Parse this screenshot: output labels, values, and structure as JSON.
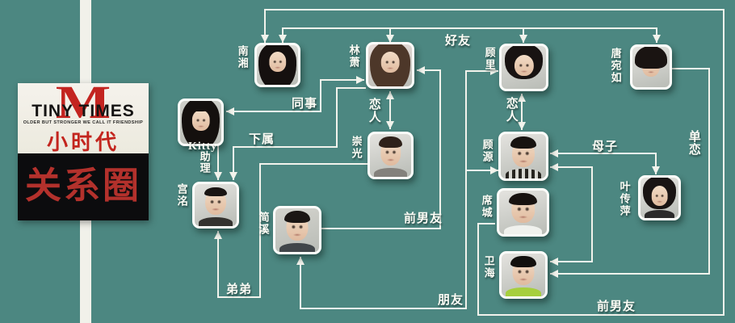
{
  "poster": {
    "title_en": "TINY TIMES",
    "logo_m": "M",
    "tagline": "OLDER BUT STRONGER WE CALL IT FRIENDSHIP",
    "title_cn": "小时代",
    "banner": "关系圈"
  },
  "people": {
    "nanxiang": {
      "name": "南湘"
    },
    "linxiao": {
      "name": "林萧"
    },
    "guli": {
      "name": "顾里"
    },
    "tangwanru": {
      "name": "唐宛如"
    },
    "kitty": {
      "name": "Kitty"
    },
    "chongguang": {
      "name": "崇光"
    },
    "guyuan": {
      "name": "顾源"
    },
    "yechuanping": {
      "name": "叶传萍"
    },
    "gongming": {
      "name": "宫洺"
    },
    "jianxi": {
      "name": "简溪"
    },
    "xicheng": {
      "name": "席城"
    },
    "weihai": {
      "name": "卫海"
    }
  },
  "labels": {
    "haoyou": "好友",
    "tongshi": "同事",
    "lianren_linxiao_chongguang": "恋人",
    "lianren_guli_guyuan": "恋人",
    "xiashu": "下属",
    "zhuli": "助理",
    "muzi": "母子",
    "danlian": "单恋",
    "qiannanyou_jianxi_linxiao": "前男友",
    "didi": "弟弟",
    "pengyou": "朋友",
    "qiannanyou_xicheng_nanxiang": "前男友"
  },
  "colors": {
    "background": "#4c8781",
    "line": "#f2f3ec",
    "poster_red": "#c3251e",
    "banner_red": "#b3312c",
    "poster_black": "#0c0c0e",
    "stripe": "#f1f1ea"
  }
}
